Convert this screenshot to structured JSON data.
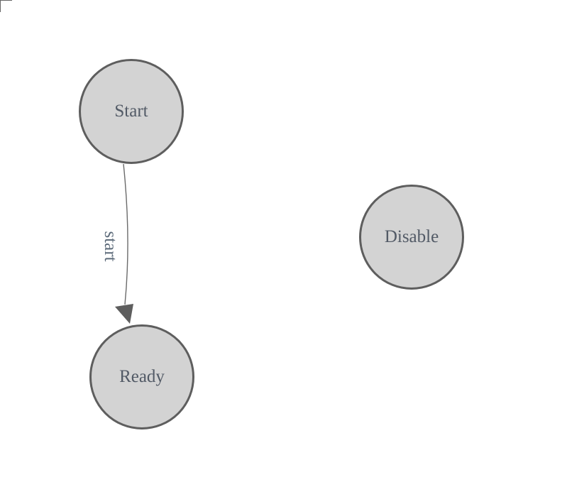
{
  "colors": {
    "canvas_bg": "#ffffff",
    "node_fill": "#d3d3d3",
    "node_stroke": "#5e5e5e",
    "node_text": "#525a66",
    "edge_line": "#6b6b6b",
    "edge_arrow": "#5e5e5e",
    "edge_label": "#5d6b7a",
    "origin_mark": "#666666"
  },
  "diagram": {
    "nodes": [
      {
        "label": "Start"
      },
      {
        "label": "Ready"
      },
      {
        "label": "Disable"
      }
    ],
    "edges": [
      {
        "from": "Start",
        "to": "Ready",
        "label": "start"
      }
    ]
  }
}
